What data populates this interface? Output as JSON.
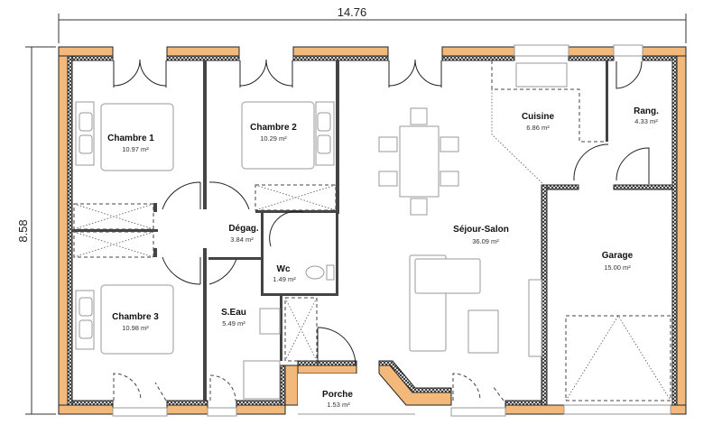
{
  "dimensions": {
    "width": "14.76",
    "height": "8.58"
  },
  "rooms": {
    "chambre1": {
      "name": "Chambre 1",
      "area": "10.97 m²"
    },
    "chambre2": {
      "name": "Chambre 2",
      "area": "10.29 m²"
    },
    "degag": {
      "name": "Dégag.",
      "area": "3.84 m²"
    },
    "wc": {
      "name": "Wc",
      "area": "1.49 m²"
    },
    "chambre3": {
      "name": "Chambre 3",
      "area": "10.98 m²"
    },
    "seau": {
      "name": "S.Eau",
      "area": "5.49 m²"
    },
    "porche": {
      "name": "Porche",
      "area": "1.53 m²"
    },
    "sejour": {
      "name": "Séjour-Salon",
      "area": "36.09 m²"
    },
    "cuisine": {
      "name": "Cuisine",
      "area": "6.86 m²"
    },
    "rang": {
      "name": "Rang.",
      "area": "4.33 m²"
    },
    "garage": {
      "name": "Garage",
      "area": "15.00 m²"
    }
  },
  "colors": {
    "exterior_wall": "#f2b97a",
    "wall_outline": "#222222"
  }
}
